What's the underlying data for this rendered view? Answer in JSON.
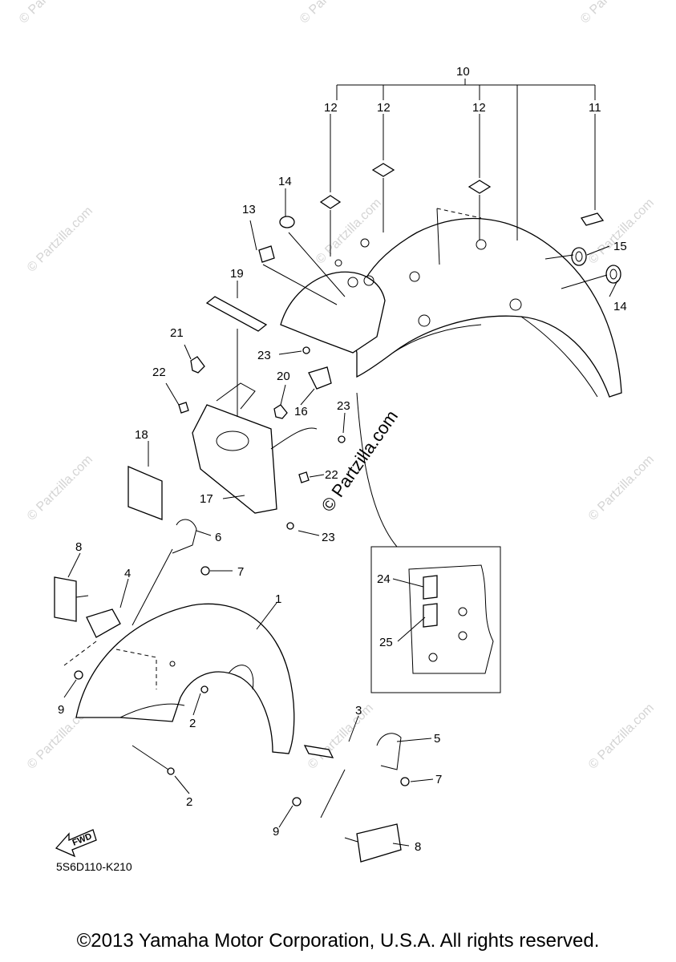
{
  "diagram": {
    "callouts": {
      "c1": "1",
      "c2a": "2",
      "c2b": "2",
      "c3": "3",
      "c4": "4",
      "c5": "5",
      "c6": "6",
      "c7a": "7",
      "c7b": "7",
      "c8a": "8",
      "c8b": "8",
      "c9a": "9",
      "c9b": "9",
      "c10": "10",
      "c11": "11",
      "c12a": "12",
      "c12b": "12",
      "c12c": "12",
      "c13": "13",
      "c14a": "14",
      "c14b": "14",
      "c15": "15",
      "c16": "16",
      "c17": "17",
      "c18": "18",
      "c19": "19",
      "c20": "20",
      "c21": "21",
      "c22a": "22",
      "c22b": "22",
      "c23a": "23",
      "c23b": "23",
      "c23c": "23",
      "c24": "24",
      "c25": "25"
    },
    "fwd_label": "FWD",
    "diagram_code": "5S6D110-K210",
    "watermark_main": "© Partzilla.com",
    "watermark_small": "© Partzilla.com"
  },
  "footer": {
    "copyright": "©2013 Yamaha Motor Corporation, U.S.A. All rights reserved."
  }
}
